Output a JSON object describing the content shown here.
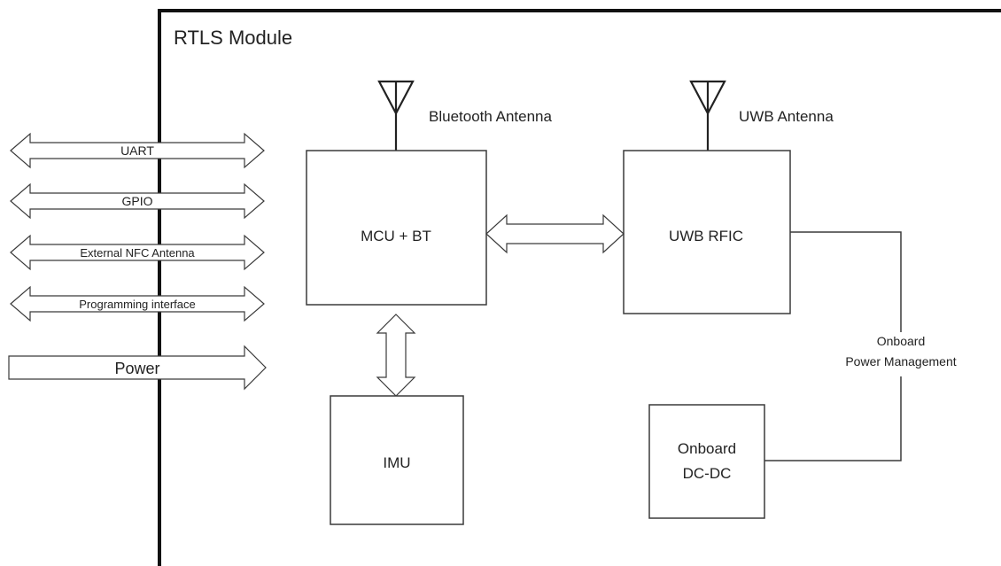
{
  "module": {
    "title": "RTLS Module"
  },
  "interfaces": [
    {
      "label": "UART",
      "direction": "bidirectional"
    },
    {
      "label": "GPIO",
      "direction": "bidirectional"
    },
    {
      "label": "External NFC Antenna",
      "direction": "bidirectional"
    },
    {
      "label": "Programming interface",
      "direction": "bidirectional"
    },
    {
      "label": "Power",
      "direction": "inbound"
    }
  ],
  "antennas": {
    "bluetooth": "Bluetooth Antenna",
    "uwb": "UWB Antenna"
  },
  "blocks": {
    "mcu": "MCU + BT",
    "uwb_rfic": "UWB RFIC",
    "imu": "IMU",
    "dcdc": {
      "line1": "Onboard",
      "line2": "DC-DC"
    }
  },
  "power_link": {
    "line1": "Onboard",
    "line2": "Power Management"
  }
}
